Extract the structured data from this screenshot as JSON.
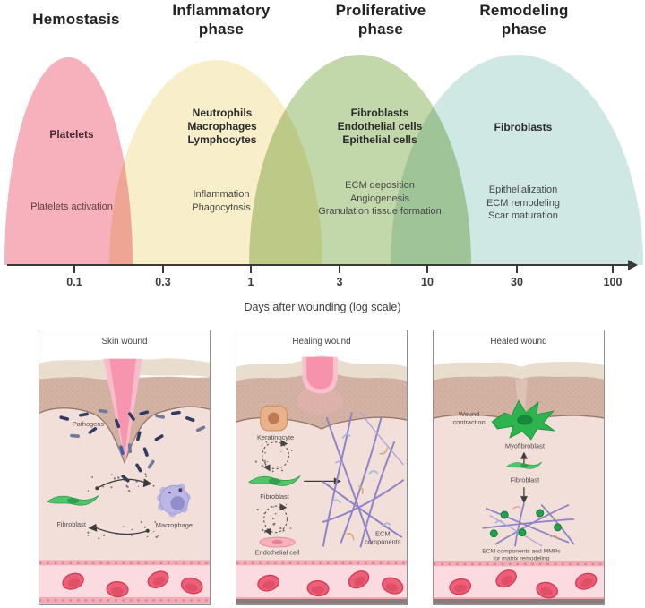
{
  "phases": [
    {
      "line1": "Hemostasis",
      "line2": ""
    },
    {
      "line1": "Inflammatory",
      "line2": "phase"
    },
    {
      "line1": "Proliferative",
      "line2": "phase"
    },
    {
      "line1": "Remodeling",
      "line2": "phase"
    }
  ],
  "bells": [
    {
      "cells": [
        "Platelets"
      ],
      "processes": [
        "Platelets activation"
      ],
      "color": "#f6b1bc"
    },
    {
      "cells": [
        "Neutrophils",
        "Macrophages",
        "Lymphocytes"
      ],
      "processes": [
        "Inflammation",
        "Phagocytosis"
      ],
      "color": "#f8eec9"
    },
    {
      "cells": [
        "Fibroblasts",
        "Endothelial cells",
        "Epithelial cells"
      ],
      "processes": [
        "ECM deposition",
        "Angiogenesis",
        "Granulation tissue formation"
      ],
      "color": "#c3d8aa"
    },
    {
      "cells": [
        "Fibroblasts"
      ],
      "processes": [
        "Epithelialization",
        "ECM remodeling",
        "Scar maturation"
      ],
      "color": "#cfe8e4"
    }
  ],
  "axis": {
    "tick_labels": [
      "0.1",
      "0.3",
      "1",
      "3",
      "10",
      "30",
      "100"
    ],
    "caption": "Days after wounding (log scale)"
  },
  "panels": [
    {
      "title": "Skin wound",
      "labels": {
        "pathogens": "Pathogens",
        "fibroblast": "Fibroblast",
        "macrophage": "Macrophage"
      }
    },
    {
      "title": "Healing wound",
      "labels": {
        "keratinocyte": "Keratinocyte",
        "fibroblast": "Fibroblast",
        "endothelial_cell": "Endothelial cell",
        "ecm_line1": "ECM",
        "ecm_line2": "components"
      }
    },
    {
      "title": "Healed wound",
      "labels": {
        "wound_line1": "Wound",
        "wound_line2": "contraction",
        "myofibroblast": "Myofibroblast",
        "fibroblast": "Fibroblast",
        "ecm_line1": "ECM components and MMPs",
        "ecm_line2": "for matrix remodeling"
      }
    }
  ]
}
